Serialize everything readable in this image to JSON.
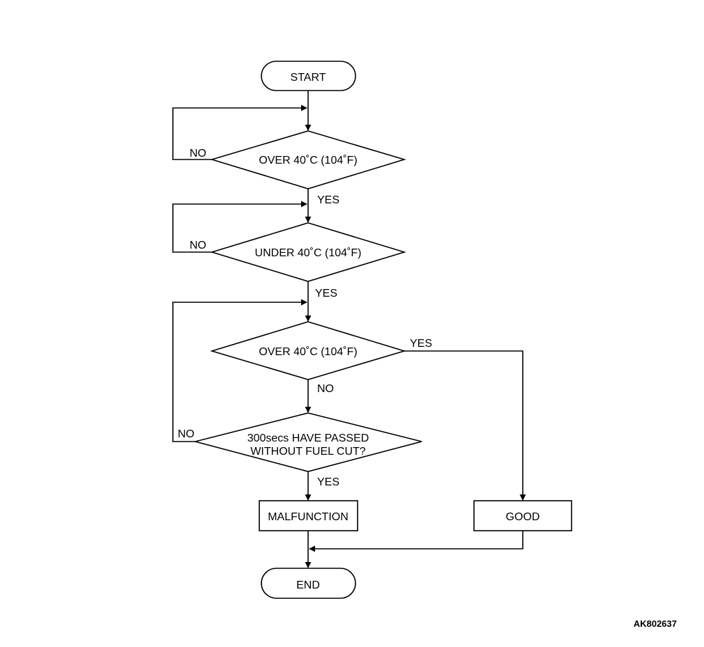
{
  "nodes": {
    "start": "START",
    "decision1": "OVER 40˚C (104˚F)",
    "decision2": "UNDER 40˚C (104˚F)",
    "decision3": "OVER 40˚C (104˚F)",
    "decision4_line1": "300secs HAVE PASSED",
    "decision4_line2": "WITHOUT FUEL CUT?",
    "malfunction": "MALFUNCTION",
    "good": "GOOD",
    "end": "END"
  },
  "labels": {
    "no1": "NO",
    "yes1": "YES",
    "no2": "NO",
    "yes2": "YES",
    "yes3": "YES",
    "no3": "NO",
    "no4": "NO",
    "yes4": "YES"
  },
  "figure_ref": "AK802637"
}
